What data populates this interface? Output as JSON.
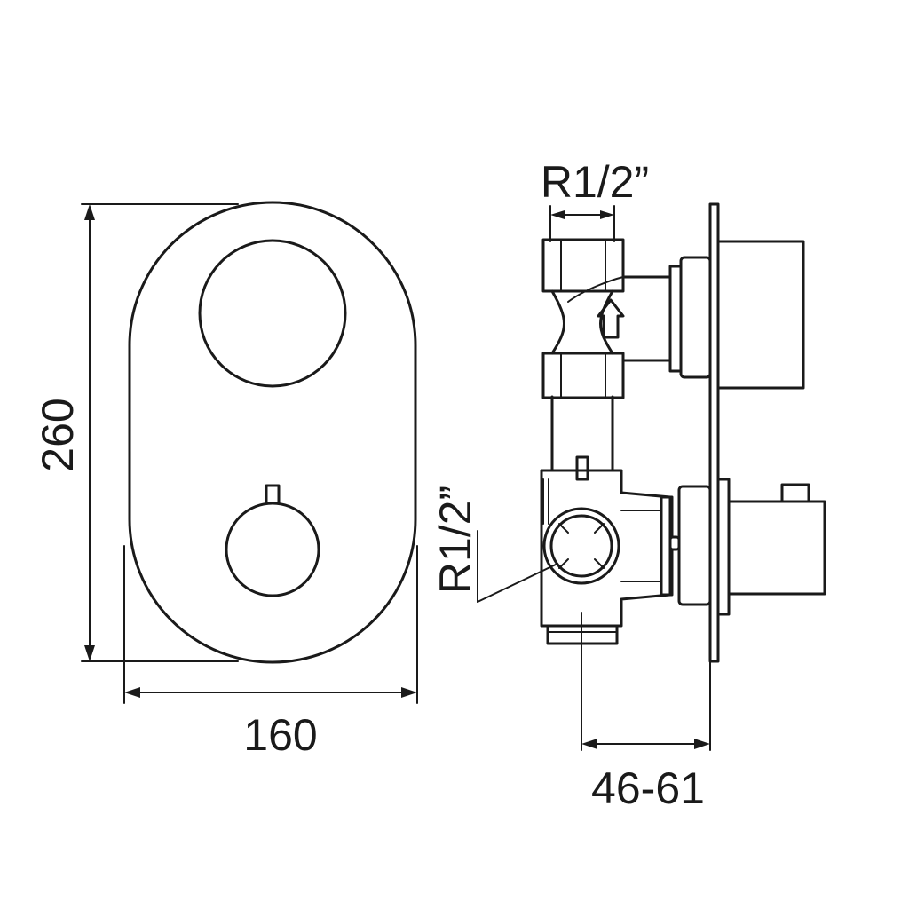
{
  "drawing": {
    "front_view": {
      "height_dim": "260",
      "width_dim": "160"
    },
    "side_view": {
      "top_connection_dim": "R1/2”",
      "side_connection_dim": "R1/2”",
      "depth_dim": "46-61"
    }
  },
  "colors": {
    "line": "#1a1a1a",
    "background": "#ffffff"
  }
}
